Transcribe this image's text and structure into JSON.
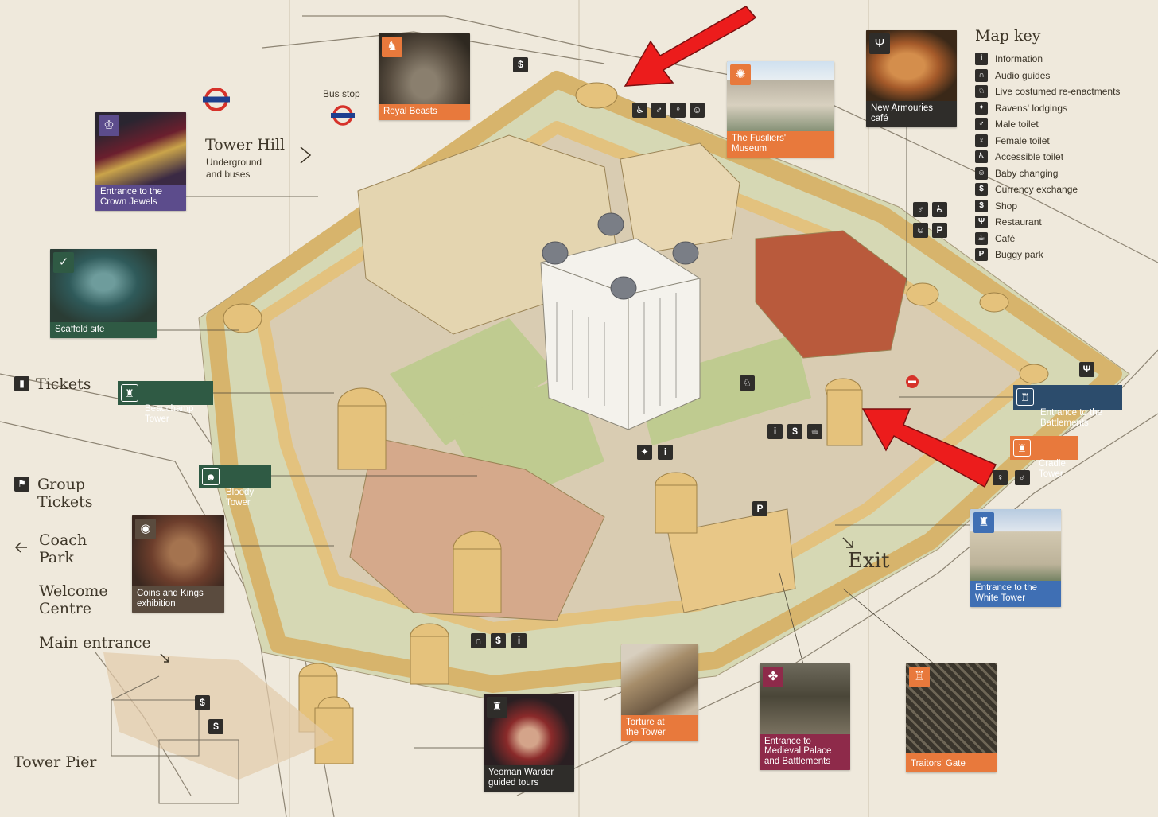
{
  "colors": {
    "parchment": "#efe9dc",
    "wall": "#e6c98c",
    "grass": "#c9cfa2",
    "orange": "#e8793c",
    "purple": "#5c4c8c",
    "green": "#2f5a44",
    "navy": "#2c4c6c",
    "blue": "#3f6fb4",
    "brown": "#6b5138",
    "maroon": "#8e2a4a",
    "dark": "#2f2d2a",
    "arrow_red": "#e81b1b"
  },
  "map_key": {
    "title": "Map key",
    "items": [
      {
        "icon": "info-icon",
        "glyph": "i",
        "label": "Information"
      },
      {
        "icon": "headphones-icon",
        "glyph": "∩",
        "label": "Audio guides"
      },
      {
        "icon": "theatre-icon",
        "glyph": "♘",
        "label": "Live costumed re-enactments"
      },
      {
        "icon": "raven-icon",
        "glyph": "✦",
        "label": "Ravens' lodgings"
      },
      {
        "icon": "male-toilet-icon",
        "glyph": "♂",
        "label": "Male toilet"
      },
      {
        "icon": "female-toilet-icon",
        "glyph": "♀",
        "label": "Female toilet"
      },
      {
        "icon": "wheelchair-icon",
        "glyph": "♿",
        "label": "Accessible toilet"
      },
      {
        "icon": "baby-changing-icon",
        "glyph": "☺",
        "label": "Baby changing"
      },
      {
        "icon": "currency-icon",
        "glyph": "$",
        "label": "Currency exchange"
      },
      {
        "icon": "shop-icon",
        "glyph": "$",
        "label": "Shop"
      },
      {
        "icon": "restaurant-icon",
        "glyph": "Ψ",
        "label": "Restaurant"
      },
      {
        "icon": "cafe-icon",
        "glyph": "☕",
        "label": "Café"
      },
      {
        "icon": "buggy-icon",
        "glyph": "P",
        "label": "Buggy park"
      }
    ]
  },
  "places": {
    "tower_hill": "Tower Hill",
    "tower_hill_sub": "Underground\nand buses",
    "bus_stop": "Bus stop",
    "tickets": "Tickets",
    "group_tickets": "Group\nTickets",
    "coach_park": "Coach\nPark",
    "welcome_centre": "Welcome\nCentre",
    "main_entrance": "Main entrance",
    "tower_pier": "Tower Pier",
    "exit": "Exit"
  },
  "cards": {
    "crown_jewels": "Entrance to the\nCrown Jewels",
    "royal_beasts": "Royal Beasts",
    "fusiliers": "The Fusiliers'\nMuseum",
    "armouries_cafe": "New Armouries\ncafé",
    "scaffold": "Scaffold site",
    "beauchamp": "Beauchamp\nTower",
    "bloody": "Bloody\nTower",
    "battlements": "Entrance to the\nBattlements",
    "cradle": "Cradle\nTower",
    "white_tower": "Entrance to the\nWhite Tower",
    "coins": "Coins and Kings\nexhibition",
    "yeoman": "Yeoman Warder\nguided tours",
    "torture": "Torture at\nthe Tower",
    "medieval": "Entrance to\nMedieval Palace\nand Battlements",
    "traitors": "Traitors' Gate"
  }
}
